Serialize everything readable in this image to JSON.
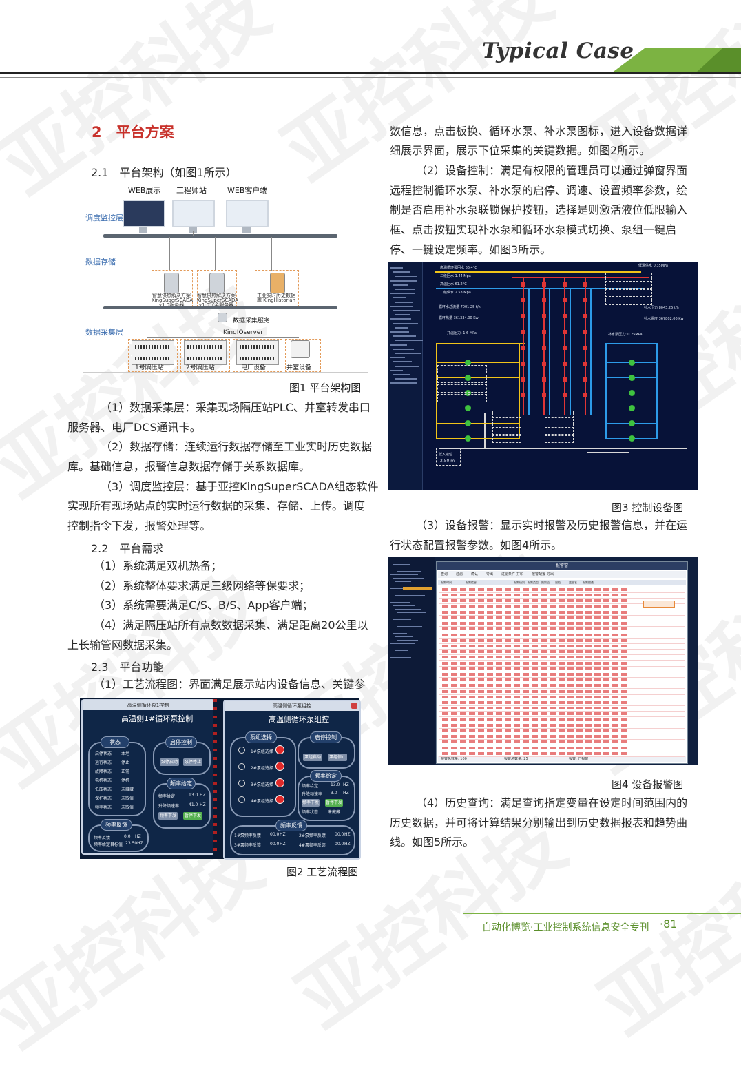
{
  "header": {
    "title": "Typical Case"
  },
  "watermark": "亚控科技",
  "section": {
    "title": "2　平台方案"
  },
  "left": {
    "s21": "2.1　平台架构（如图1所示）",
    "fig1": {
      "top_labels": [
        "WEB展示",
        "工程师站",
        "WEB客户端"
      ],
      "layer_labels": [
        "调度监控层",
        "数据存储",
        "数据采集层"
      ],
      "server_labels": [
        "智慧供热解决方案 KingSuperSCADA v1.0服务器",
        "智慧供热解决方案 KingSuperSCADA v1.0冗余服务器",
        "工业实时历史数据库 KingHistorian"
      ],
      "service_label": "数据采集服务",
      "ioserver_label": "KingIOserver",
      "bottom_labels": [
        "1号隔压站",
        "2号隔压站",
        "电厂设备",
        "井室设备"
      ],
      "caption": "图1  平台架构图"
    },
    "paras1": [
      "（1）数据采集层：采集现场隔压站PLC、井室转发串口",
      "服务器、电厂DCS通讯卡。",
      "（2）数据存储：连续运行数据存储至工业实时历史数据",
      "库。基础信息，报警信息数据存储于关系数据库。",
      "（3）调度监控层：基于亚控KingSuperSCADA组态软件",
      "实现所有现场站点的实时运行数据的采集、存储、上传。调度",
      "控制指令下发，报警处理等。"
    ],
    "s22": "2.2　平台需求",
    "paras2": [
      "（1）系统满足双机热备；",
      "（2）系统整体要求满足三级网络等保要求；",
      "（3）系统需要满足C/S、B/S、App客户端；",
      "（4）满足隔压站所有点数数据采集、满足距离20公里以",
      "上长输管网数据采集。"
    ],
    "s23": "2.3　平台功能",
    "paras3": [
      "（1）工艺流程图：界面满足展示站内设备信息、关键参"
    ],
    "fig2": {
      "left_panel": {
        "bar": "高温侧循环泵1控制",
        "title": "高温侧1#循环泵控制",
        "status_title": "状态",
        "status_items": [
          [
            "启停状态",
            "本地"
          ],
          [
            "运行状态",
            "停止"
          ],
          [
            "故障状态",
            "正常"
          ],
          [
            "电机状态",
            "停机"
          ],
          [
            "低压状态",
            "未藏藏"
          ],
          [
            "保护状态",
            "未取值"
          ],
          [
            "频率状态",
            "未取值"
          ]
        ],
        "control_title": "启停控制",
        "control_buttons": [
          "泵停启动",
          "泵停停止"
        ],
        "freq_title": "频率给定",
        "freq_items": [
          [
            "频率给定",
            "13.0",
            "HZ"
          ],
          [
            "升降频速率",
            "41.0",
            "HZ"
          ]
        ],
        "freq_buttons": [
          "频率下发",
          "暂停下发"
        ],
        "fb_title": "频率反馈",
        "fb_items": [
          [
            "频率反馈",
            "0.0",
            "HZ"
          ],
          [
            "频率给定目标值",
            "23.50HZ",
            ""
          ]
        ]
      },
      "right_panel": {
        "bar": "高温侧循环泵组控",
        "title": "高温侧循环泵组控",
        "pump_title": "泵组选择",
        "pumps": [
          "1#泵组选择",
          "2#泵组选择",
          "3#泵组选择",
          "4#泵组选择"
        ],
        "control_title": "启停控制",
        "control_buttons": [
          "泵组启动",
          "泵组停止"
        ],
        "freq_title": "频率给定",
        "freq_items": [
          [
            "频率给定",
            "13.0",
            "HZ"
          ],
          [
            "升降频速率",
            "3.0",
            "HZ"
          ]
        ],
        "freq_buttons": [
          "频率下发",
          "暂停下发"
        ],
        "freq_status": [
          "频率状态",
          "未藏藏"
        ],
        "fb_title": "频率反馈",
        "fb_items": [
          [
            "1#泵频率反馈",
            "00.0",
            "HZ"
          ],
          [
            "2#泵频率反馈",
            "00.0",
            "HZ"
          ],
          [
            "3#泵频率反馈",
            "00.0",
            "HZ"
          ],
          [
            "4#泵频率反馈",
            "00.0",
            "HZ"
          ]
        ]
      },
      "caption": "图2  工艺流程图"
    }
  },
  "right": {
    "paras_top": [
      "数信息，点击板换、循环水泵、补水泵图标，进入设备数据详",
      "细展示界面，展示下位采集的关键数据。如图2所示。",
      "（2）设备控制：满足有权限的管理员可以通过弹窗界面",
      "远程控制循环水泵、补水泵的启停、调速、设置频率参数，绘",
      "制是否启用补水泵联锁保护按钮，选择是则激活液位低限输入",
      "框、点击按钮实现补水泵和循环水泵模式切换、泵组一键启",
      "停、一键设定频率。如图3所示。"
    ],
    "fig3": {
      "readouts": [
        "高温循环泵回水 66.4°C",
        "二级回水 1.44 Mpa",
        "高温回水 61.2°C",
        "二级供水 2.53 Mpa",
        "循环水总流量 7001.25 t/h",
        "循环热量 361334.00 Kw",
        "井温压力: 1.6 MPa",
        "低温供水 0.35MPa",
        "补水压力 8043.25 t/h",
        "补水温度 367802.00 Kw",
        "补水泵压力: 0.25MPa",
        "低入液位",
        "2.50 m"
      ],
      "caption": "图3  控制设备图"
    },
    "paras_mid": [
      "（3）设备报警：显示实时报警及历史报警信息，并在运",
      "行状态配置报警参数。如图4所示。"
    ],
    "fig4": {
      "window_title": "报警窗",
      "toolbar": [
        "查询",
        "过滤",
        "确认",
        "导出",
        "过滤条件",
        "打印",
        "报警配置",
        "导出"
      ],
      "columns": [
        "报警时间",
        "报警信息",
        "报警级别",
        "报警类型",
        "报警值",
        "限值",
        "变量名",
        "报警描述"
      ],
      "footer": [
        "报警总数量: 100",
        "报警总数量: 25",
        "报警: 已报警"
      ],
      "caption": "图4  设备报警图"
    },
    "paras_bottom": [
      "（4）历史查询：满足查询指定变量在设定时间范围内的",
      "历史数据，并可将计算结果分别输出到历史数据报表和趋势曲",
      "线。如图5所示。"
    ]
  },
  "footer": {
    "text": "自动化博览·工业控制系统信息安全专刊",
    "page": "·81"
  }
}
